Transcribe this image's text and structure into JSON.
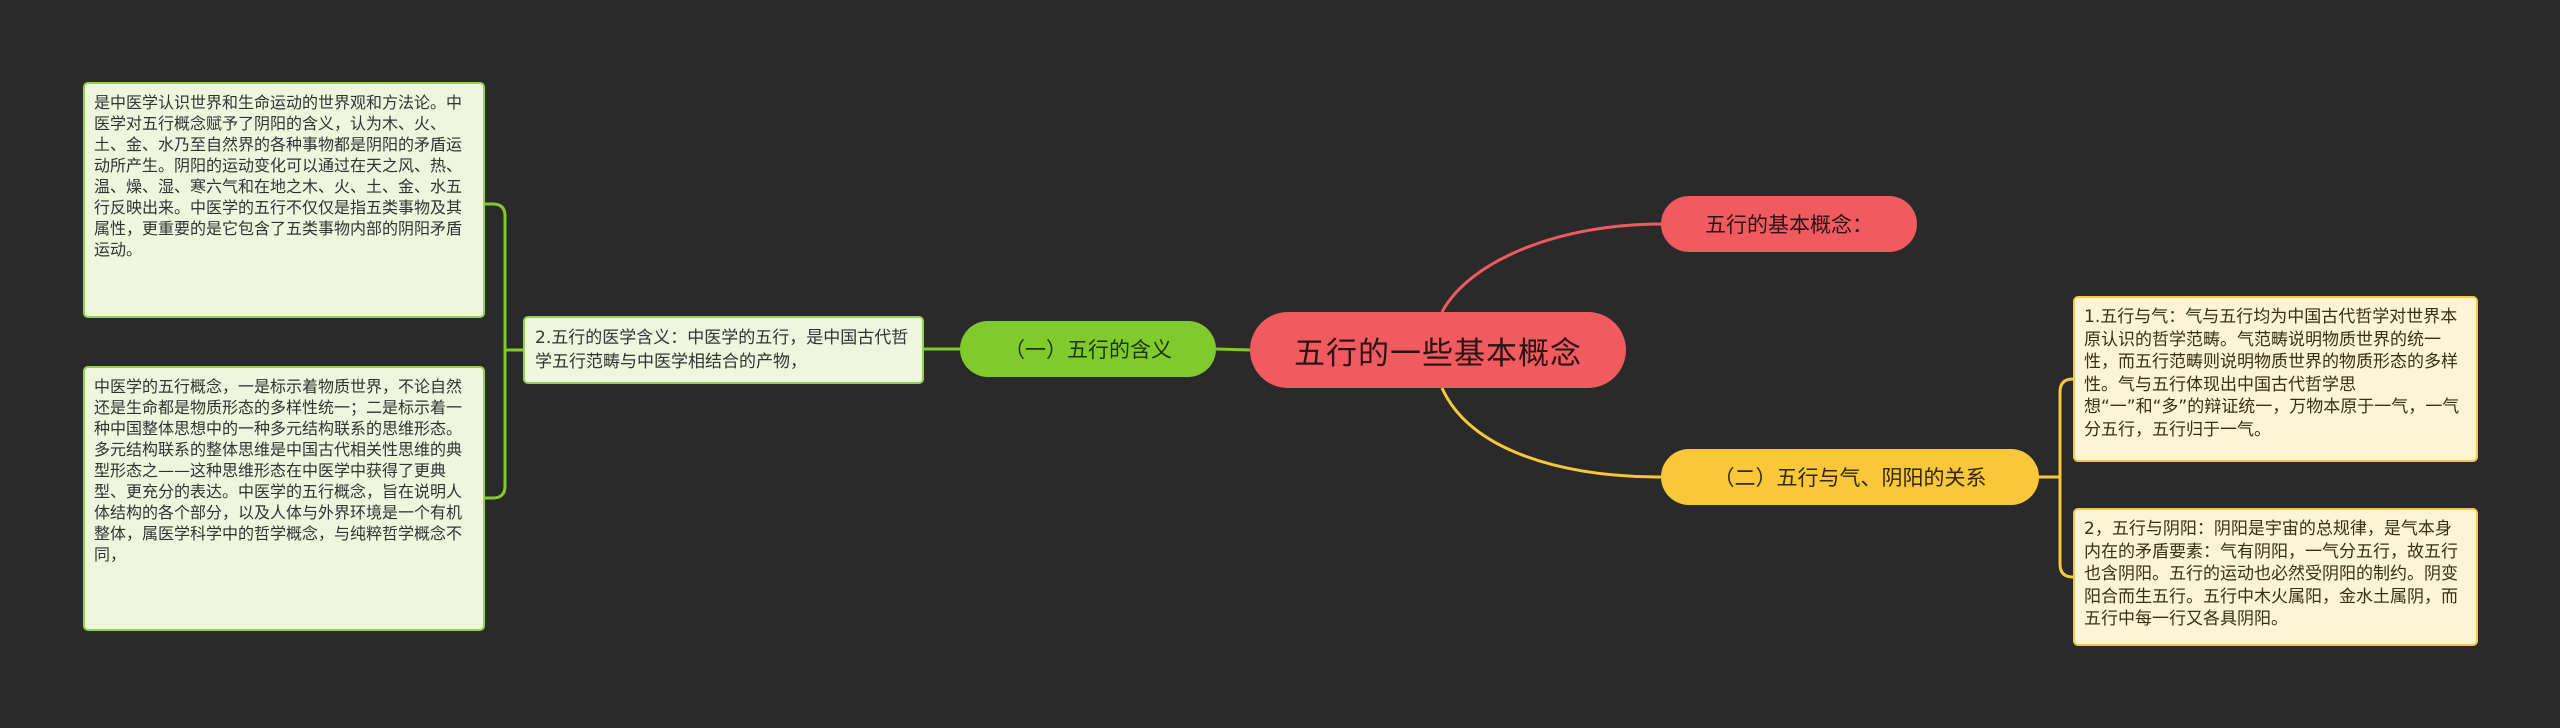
{
  "root": {
    "label": "五行的一些基本概念"
  },
  "branches": {
    "meaning": {
      "label": "（一）五行的含义"
    },
    "concept": {
      "label": "五行的基本概念："
    },
    "relation": {
      "label": "（二）五行与气、阴阳的关系"
    }
  },
  "cards": {
    "medical": {
      "text": "2.五行的医学含义：中医学的五行，是中国古代哲学五行范畴与中医学相结合的产物，"
    },
    "worldview": {
      "text": "是中医学认识世界和生命运动的世界观和方法论。中医学对五行概念赋予了阴阳的含义，认为木、火、土、金、水乃至自然界的各种事物都是阴阳的矛盾运动所产生。阴阳的运动变化可以通过在天之风、热、温、燥、湿、寒六气和在地之木、火、土、金、水五行反映出来。中医学的五行不仅仅是指五类事物及其属性，更重要的是它包含了五类事物内部的阴阳矛盾运动。"
    },
    "concept2": {
      "text": "中医学的五行概念，一是标示着物质世界，不论自然还是生命都是物质形态的多样性统一；二是标示着一种中国整体思想中的一种多元结构联系的思维形态。多元结构联系的整体思维是中国古代相关性思维的典型形态之——这种思维形态在中医学中获得了更典型、更充分的表达。中医学的五行概念，旨在说明人体结构的各个部分，以及人体与外界环境是一个有机整体，属医学科学中的哲学概念，与纯粹哲学概念不同，"
    },
    "qi": {
      "text": "1.五行与气：气与五行均为中国古代哲学对世界本原认识的哲学范畴。气范畴说明物质世界的统一性，而五行范畴则说明物质世界的物质形态的多样性。气与五行体现出中国古代哲学思想“一”和“多”的辩证统一，万物本原于一气，一气分五行，五行归于一气。"
    },
    "yinyang": {
      "text": "2，五行与阴阳：阴阳是宇宙的总规律，是气本身内在的矛盾要素：气有阴阳，一气分五行，故五行也含阴阳。五行的运动也必然受阴阳的制约。阴变阳合而生五行。五行中木火属阳，金水土属阴，而五行中每一行又各具阴阳。"
    }
  },
  "colors": {
    "background": "#2a2a2b",
    "root": "#f15a5f",
    "green_branch": "#7fcb2c",
    "red_branch": "#f15a5f",
    "yellow_branch": "#f8c83a",
    "green_card_bg": "#eef6dd",
    "yellow_card_bg": "#fdf4d3"
  }
}
